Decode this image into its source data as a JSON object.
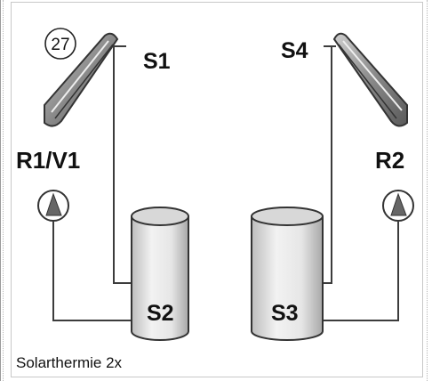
{
  "diagram": {
    "badge": "27",
    "labels": {
      "s1": "S1",
      "s4": "S4",
      "r1v1": "R1/V1",
      "r2": "R2",
      "s2": "S2",
      "s3": "S3"
    }
  },
  "caption": "Solarthermie 2x",
  "colors": {
    "pipe": "#3c3c3c",
    "panel_dark": "#555555",
    "panel_light": "#bdbdbd",
    "tank_body": "#e4e4e4",
    "pump_triangle": "#666666"
  }
}
